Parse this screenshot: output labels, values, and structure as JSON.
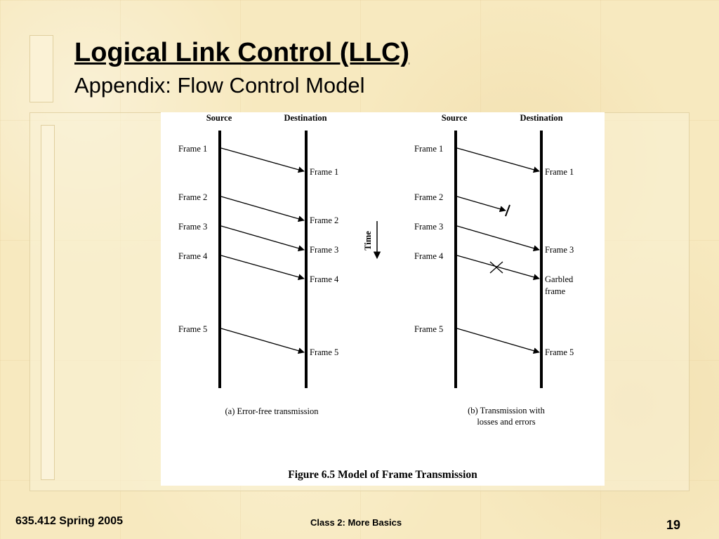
{
  "slide": {
    "title": "Logical Link Control (LLC)",
    "subtitle": "Appendix:  Flow Control Model"
  },
  "figure": {
    "caption": "Figure 6.5   Model of Frame Transmission",
    "time_label": "Time",
    "panel_a": {
      "source_label": "Source",
      "dest_label": "Destination",
      "sub_caption": "(a) Error-free transmission",
      "frames": [
        {
          "send": "Frame 1",
          "recv": "Frame 1"
        },
        {
          "send": "Frame 2",
          "recv": "Frame 2"
        },
        {
          "send": "Frame 3",
          "recv": "Frame 3"
        },
        {
          "send": "Frame 4",
          "recv": "Frame 4"
        },
        {
          "send": "Frame 5",
          "recv": "Frame 5"
        }
      ]
    },
    "panel_b": {
      "source_label": "Source",
      "dest_label": "Destination",
      "sub_caption_line1": "(b) Transmission with",
      "sub_caption_line2": "losses and errors",
      "frames": [
        {
          "send": "Frame 1",
          "recv": "Frame 1",
          "status": "delivered"
        },
        {
          "send": "Frame 2",
          "recv": "",
          "status": "lost"
        },
        {
          "send": "Frame 3",
          "recv": "Frame 3",
          "status": "delivered"
        },
        {
          "send": "Frame 4",
          "recv_line1": "Garbled",
          "recv_line2": "frame",
          "status": "garbled"
        },
        {
          "send": "Frame 5",
          "recv": "Frame 5",
          "status": "delivered"
        }
      ]
    }
  },
  "footer": {
    "course": "635.412 Spring 2005",
    "class_title": "Class 2:  More Basics",
    "page_number": "19"
  }
}
